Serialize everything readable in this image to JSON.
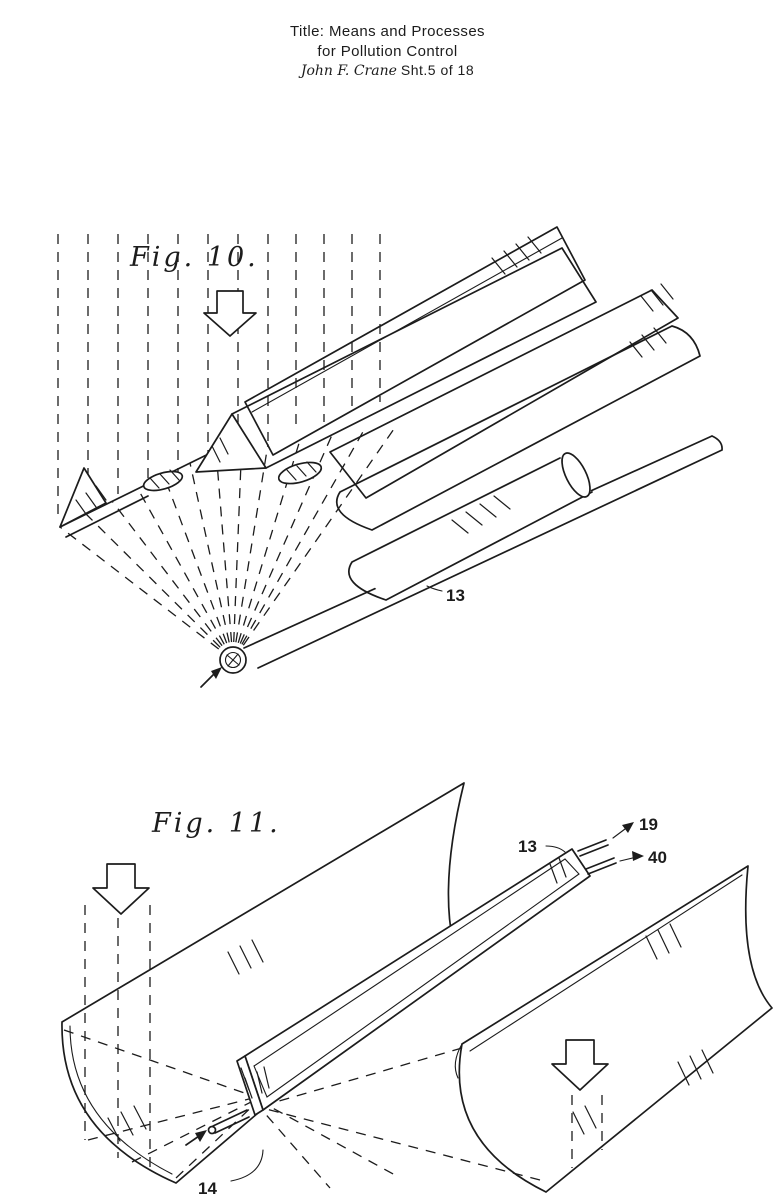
{
  "page": {
    "paper_color": "#ffffff",
    "ink_color": "#1c1c1c"
  },
  "header": {
    "title_line1": "Title: Means and Processes",
    "title_line2": "for Pollution Control",
    "signature": "John F. Crane",
    "sheet_info": "Sht.5 of 18"
  },
  "fig10": {
    "label": "Fig. 10.",
    "refs": {
      "r13": "13"
    }
  },
  "fig11": {
    "label": "Fig. 11.",
    "refs": {
      "r13": "13",
      "r19": "19",
      "r40": "40",
      "r14": "14"
    }
  }
}
